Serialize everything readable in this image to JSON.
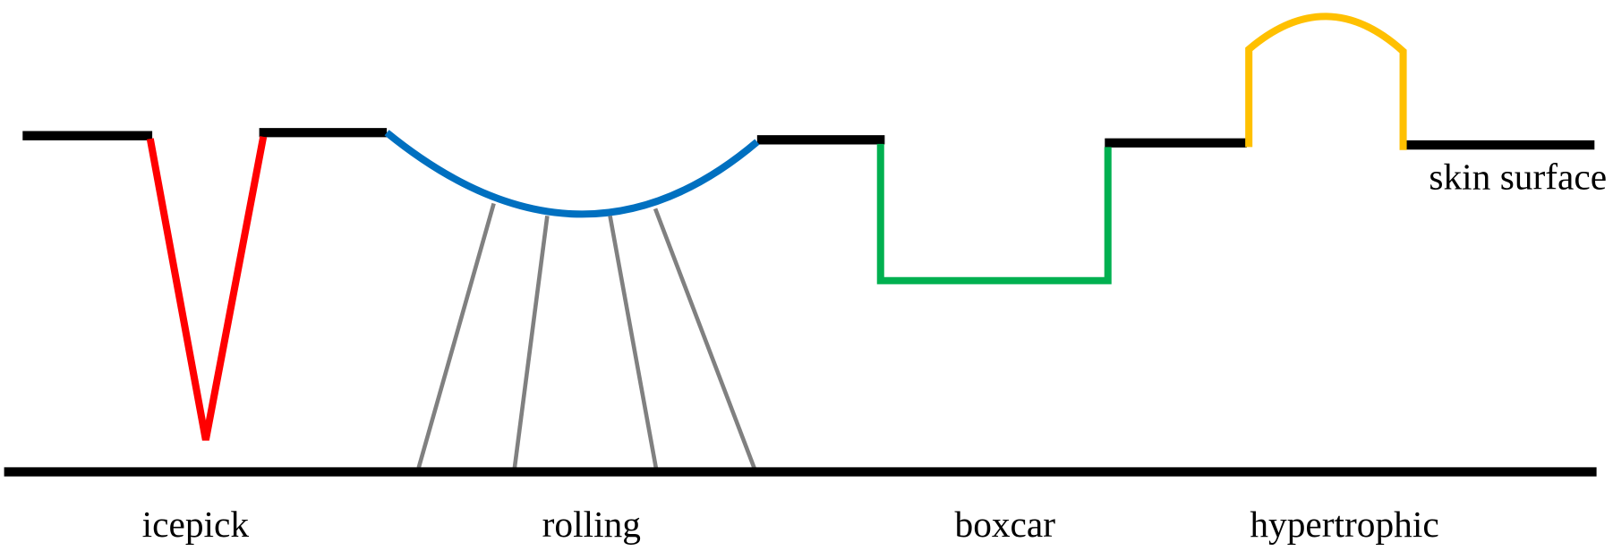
{
  "labels": {
    "icepick": "icepick",
    "rolling": "rolling",
    "boxcar": "boxcar",
    "hypertrophic": "hypertrophic",
    "skin_surface": "skin surface"
  },
  "colors": {
    "surface": "#000000",
    "icepick": "#ff0000",
    "rolling": "#0070c0",
    "tethers": "#808080",
    "boxcar": "#00b050",
    "hypertrophic": "#ffc000"
  }
}
